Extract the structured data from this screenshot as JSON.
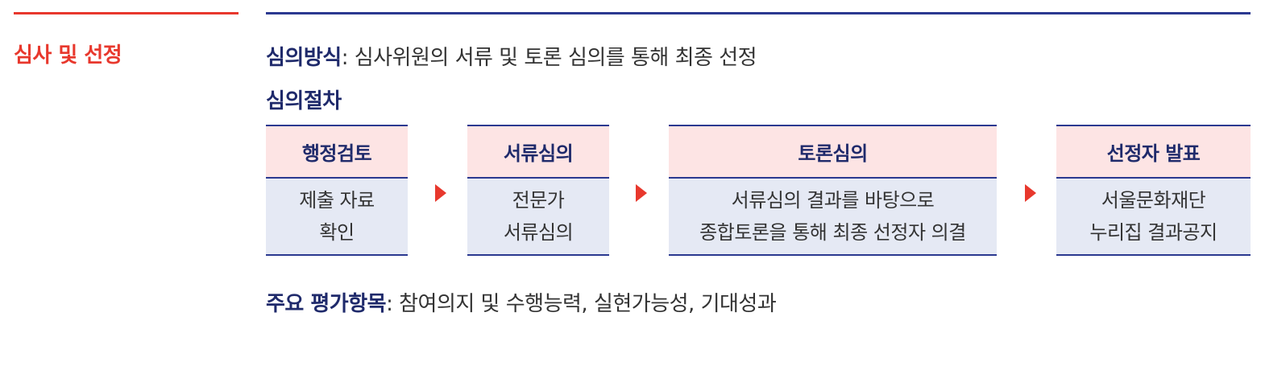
{
  "section": {
    "title": "심사 및 선정"
  },
  "method": {
    "label": "심의방식",
    "text": ": 심사위원의 서류 및 토론 심의를 통해 최종 선정"
  },
  "procedure": {
    "label": "심의절차",
    "steps": [
      {
        "title": "행정검토",
        "lines": [
          "제출 자료",
          "확인"
        ]
      },
      {
        "title": "서류심의",
        "lines": [
          "전문가",
          "서류심의"
        ]
      },
      {
        "title": "토론심의",
        "lines": [
          "서류심의 결과를 바탕으로",
          "종합토론을 통해 최종 선정자 의결"
        ]
      },
      {
        "title": "선정자 발표",
        "lines": [
          "서울문화재단",
          "누리집 결과공지"
        ]
      }
    ]
  },
  "criteria": {
    "label": "주요 평가항목",
    "text": ": 참여의지 및 수행능력, 실현가능성, 기대성과"
  },
  "colors": {
    "accent_red": "#e8382d",
    "navy": "#2b3990",
    "header_pink": "#fde4e4",
    "body_blue": "#e5e9f4"
  },
  "icons": {
    "flow_arrow": "arrow-right-icon"
  }
}
